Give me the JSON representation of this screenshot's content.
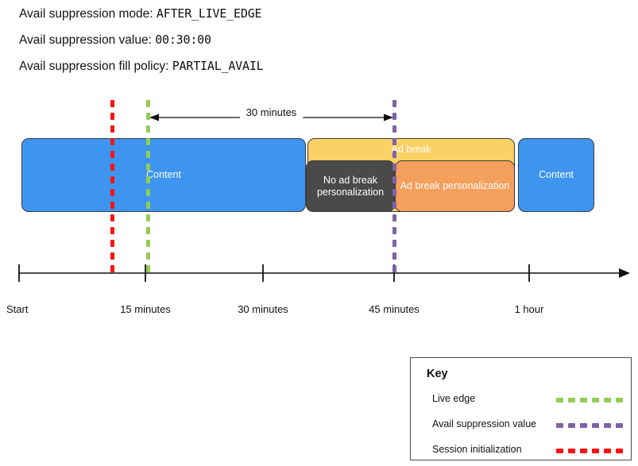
{
  "header": {
    "params": [
      {
        "label": "Avail suppression mode:",
        "value": "AFTER_LIVE_EDGE"
      },
      {
        "label": "Avail suppression value:",
        "value": "00:30:00"
      },
      {
        "label": "Avail suppression fill policy:",
        "value": "PARTIAL_AVAIL"
      }
    ]
  },
  "diagram": {
    "span_label": "30 minutes",
    "blocks": [
      {
        "name": "content-block-1",
        "label": "Content",
        "color": "#3d95f0"
      },
      {
        "name": "ad-break-banner",
        "label": "Ad break",
        "color": "#fbd165"
      },
      {
        "name": "no-personalization-block",
        "label": "No ad break personalization",
        "color": "#4a4a4a"
      },
      {
        "name": "personalization-block",
        "label": "Ad break personalization",
        "color": "#f49f5b"
      },
      {
        "name": "content-block-2",
        "label": "Content",
        "color": "#3d95f0"
      }
    ],
    "markers": [
      {
        "name": "session-initialization-line",
        "color": "#f71414"
      },
      {
        "name": "live-edge-line",
        "color": "#93cc54"
      },
      {
        "name": "avail-suppression-line",
        "color": "#7d62a8"
      }
    ],
    "axis": {
      "ticks": [
        "Start",
        "15 minutes",
        "30 minutes",
        "45 minutes",
        "1 hour"
      ]
    }
  },
  "key": {
    "title": "Key",
    "items": [
      {
        "label": "Live edge",
        "color": "#93cc54"
      },
      {
        "label": "Avail suppression value",
        "color": "#7d62a8"
      },
      {
        "label": "Session initialization",
        "color": "#f71414"
      }
    ]
  }
}
